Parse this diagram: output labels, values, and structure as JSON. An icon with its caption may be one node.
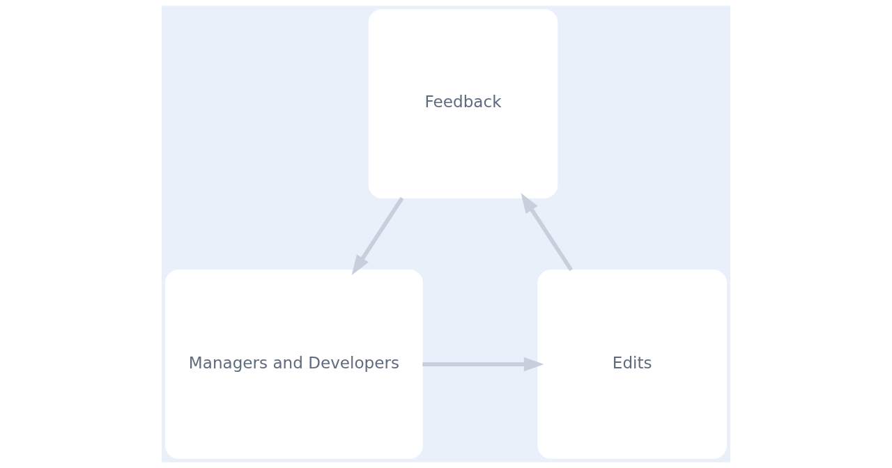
{
  "diagram": {
    "nodes": [
      {
        "text": [
          "Feedback"
        ]
      },
      {
        "text": [
          "Edits"
        ]
      },
      {
        "text": [
          "Managers and Developers"
        ]
      }
    ],
    "edges": [
      {
        "from": 1,
        "to": 0,
        "arrow": "to"
      },
      {
        "from": 0,
        "to": 2,
        "arrow": "to"
      },
      {
        "from": 2,
        "to": 1,
        "arrow": "to"
      }
    ]
  }
}
